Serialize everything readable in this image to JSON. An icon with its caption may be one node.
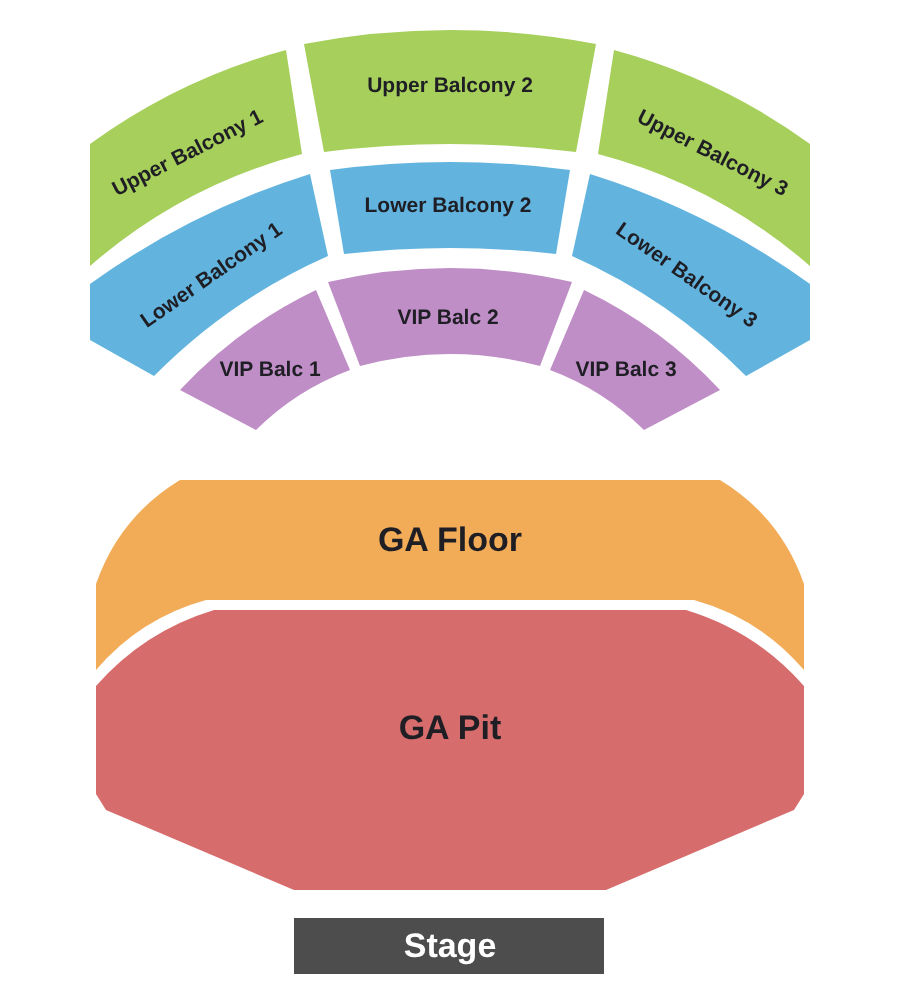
{
  "diagram": {
    "nodes": [
      {
        "text": [
          "Upper Balcony 1"
        ]
      },
      {
        "text": [
          "Upper Balcony 2"
        ]
      },
      {
        "text": [
          "Upper Balcony 3"
        ]
      },
      {
        "text": [
          "Lower Balcony 1"
        ]
      },
      {
        "text": [
          "Lower Balcony 2"
        ]
      },
      {
        "text": [
          "Lower Balcony 3"
        ]
      },
      {
        "text": [
          "VIP Balc 1"
        ]
      },
      {
        "text": [
          "VIP Balc 2"
        ]
      },
      {
        "text": [
          "VIP Balc 3"
        ]
      },
      {
        "text": [
          "GA Floor"
        ]
      },
      {
        "text": [
          "GA Pit"
        ]
      },
      {
        "text": [
          "Stage"
        ]
      }
    ]
  }
}
